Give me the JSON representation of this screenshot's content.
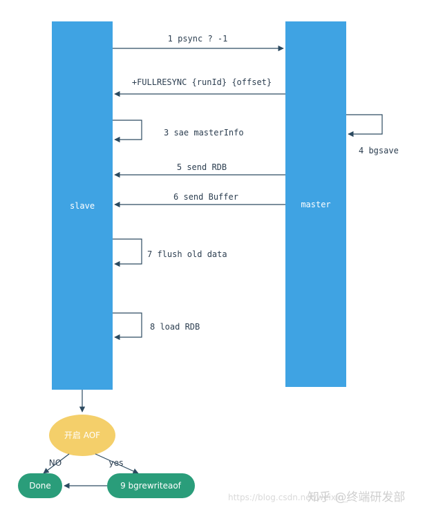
{
  "lifelines": {
    "slave": "slave",
    "master": "master"
  },
  "messages": {
    "m1": "1 psync ? -1",
    "m2": "+FULLRESYNC {runId} {offset}",
    "m3": "3 sae masterInfo",
    "m4": "4 bgsave",
    "m5": "5 send RDB",
    "m6": "6 send Buffer",
    "m7": "7 flush old data",
    "m8": "8 load RDB"
  },
  "flow": {
    "decision": "开启 AOF",
    "no_label": "NO",
    "yes_label": "yes",
    "done": "Done",
    "rewrite": "9 bgrewriteaof"
  },
  "watermark": {
    "brand": "知乎 @终端研发部",
    "url": "https://blog.csdn.net/weixin_..."
  },
  "colors": {
    "lifeline": "#3fa3e3",
    "arrow": "#2c4a60",
    "decision": "#f4cf6a",
    "terminal": "#2a9d7a"
  }
}
